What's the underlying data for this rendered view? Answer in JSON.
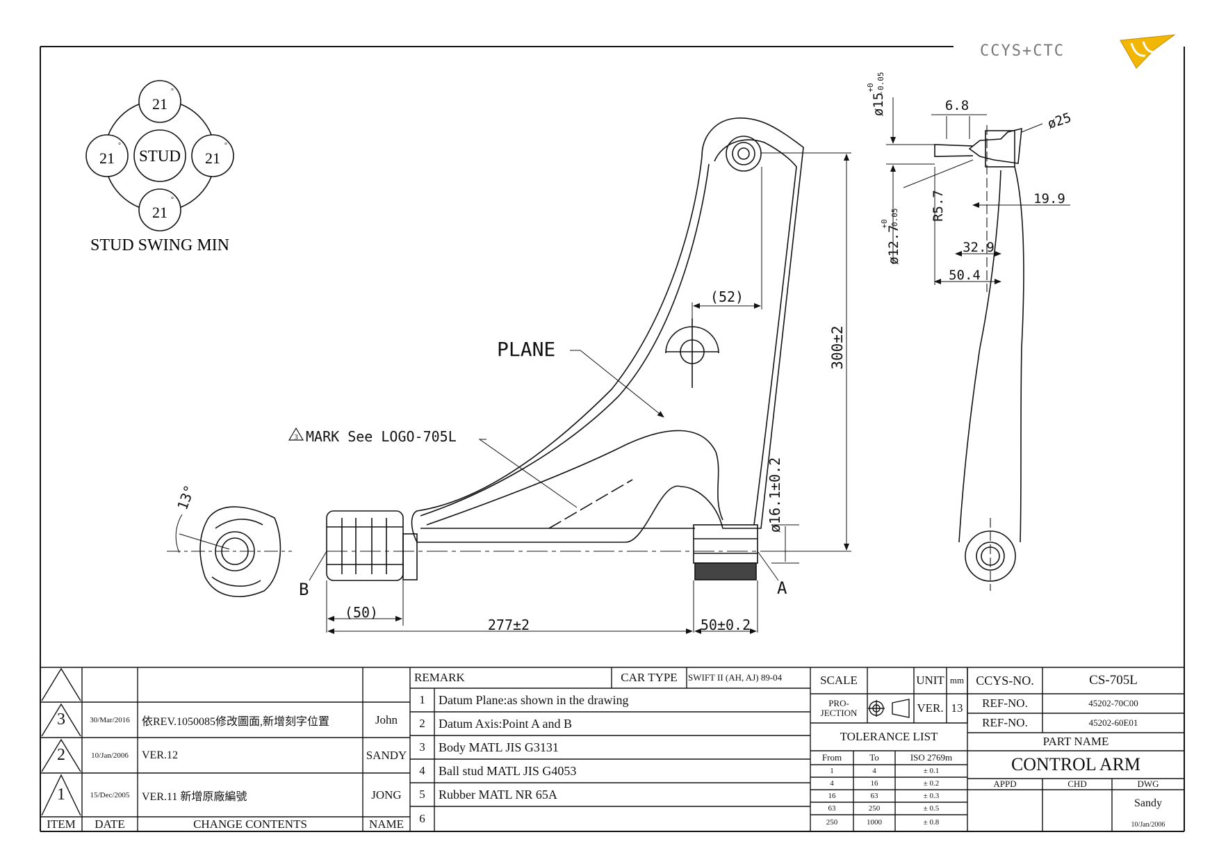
{
  "logo": {
    "text": "CCYS+CTC"
  },
  "stud_swing": {
    "title": "STUD SWING MIN",
    "center": "STUD",
    "angles": [
      "21",
      "21",
      "21",
      "21"
    ]
  },
  "labels": {
    "plane": "PLANE",
    "mark": "MARK See LOGO-705L",
    "mark_num": "3",
    "point_a": "A",
    "point_b": "B",
    "angle_13": "13°"
  },
  "dimensions": {
    "d52": "(52)",
    "d300": "300±2",
    "d161": "ø16.1±0.2",
    "d50": "(50)",
    "d277": "277±2",
    "d50b": "50±0.2",
    "d68": "6.8",
    "d15": "ø15",
    "d15_tol_up": "+0",
    "d15_tol_dn": "-0.05",
    "d25": "ø25",
    "d127": "ø12.7",
    "d127_tol_up": "+0",
    "d127_tol_dn": "-0.05",
    "r57": "R5.7",
    "d199": "19.9",
    "d329": "32.9",
    "d504": "50.4"
  },
  "revisions": {
    "headers": {
      "item": "ITEM",
      "date": "DATE",
      "change": "CHANGE CONTENTS",
      "name": "NAME"
    },
    "rows": [
      {
        "item": "3",
        "date": "30/Mar/2016",
        "change": "依REV.1050085修改圖面,新增刻字位置",
        "name": "John"
      },
      {
        "item": "2",
        "date": "10/Jan/2006",
        "change": "VER.12",
        "name": "SANDY"
      },
      {
        "item": "1",
        "date": "15/Dec/2005",
        "change": "VER.11 新增原廠編號",
        "name": "JONG"
      }
    ]
  },
  "remarks": {
    "title": "REMARK",
    "car_type_label": "CAR TYPE",
    "car_type": "SWIFT II (AH, AJ) 89-04",
    "items": [
      {
        "no": "1",
        "text": "Datum Plane:as shown in the drawing"
      },
      {
        "no": "2",
        "text": "Datum Axis:Point A and B"
      },
      {
        "no": "3",
        "text": "Body MATL JIS G3131"
      },
      {
        "no": "4",
        "text": "Ball stud MATL JIS G4053"
      },
      {
        "no": "5",
        "text": "Rubber MATL NR 65A"
      },
      {
        "no": "6",
        "text": ""
      }
    ]
  },
  "spec": {
    "scale_label": "SCALE",
    "unit_label": "UNIT",
    "unit": "mm",
    "projection_label": "PRO-\nJECTION",
    "ver_label": "VER.",
    "ver": "13",
    "tolerance_title": "TOLERANCE LIST",
    "tol_headers": [
      "From",
      "To",
      "ISO 2769m"
    ],
    "tolerances": [
      [
        "1",
        "4",
        "± 0.1"
      ],
      [
        "4",
        "16",
        "± 0.2"
      ],
      [
        "16",
        "63",
        "± 0.3"
      ],
      [
        "63",
        "250",
        "± 0.5"
      ],
      [
        "250",
        "1000",
        "± 0.8"
      ]
    ]
  },
  "part": {
    "ccys_label": "CCYS-NO.",
    "ccys_no": "CS-705L",
    "ref_label_1": "REF-NO.",
    "ref_no_1": "45202-70C00",
    "ref_label_2": "REF-NO.",
    "ref_no_2": "45202-60E01",
    "part_name_label": "PART NAME",
    "part_name": "CONTROL ARM",
    "appd_label": "APPD",
    "chd_label": "CHD",
    "dwg_label": "DWG",
    "dwg_by": "Sandy",
    "dwg_date": "10/Jan/2006"
  }
}
